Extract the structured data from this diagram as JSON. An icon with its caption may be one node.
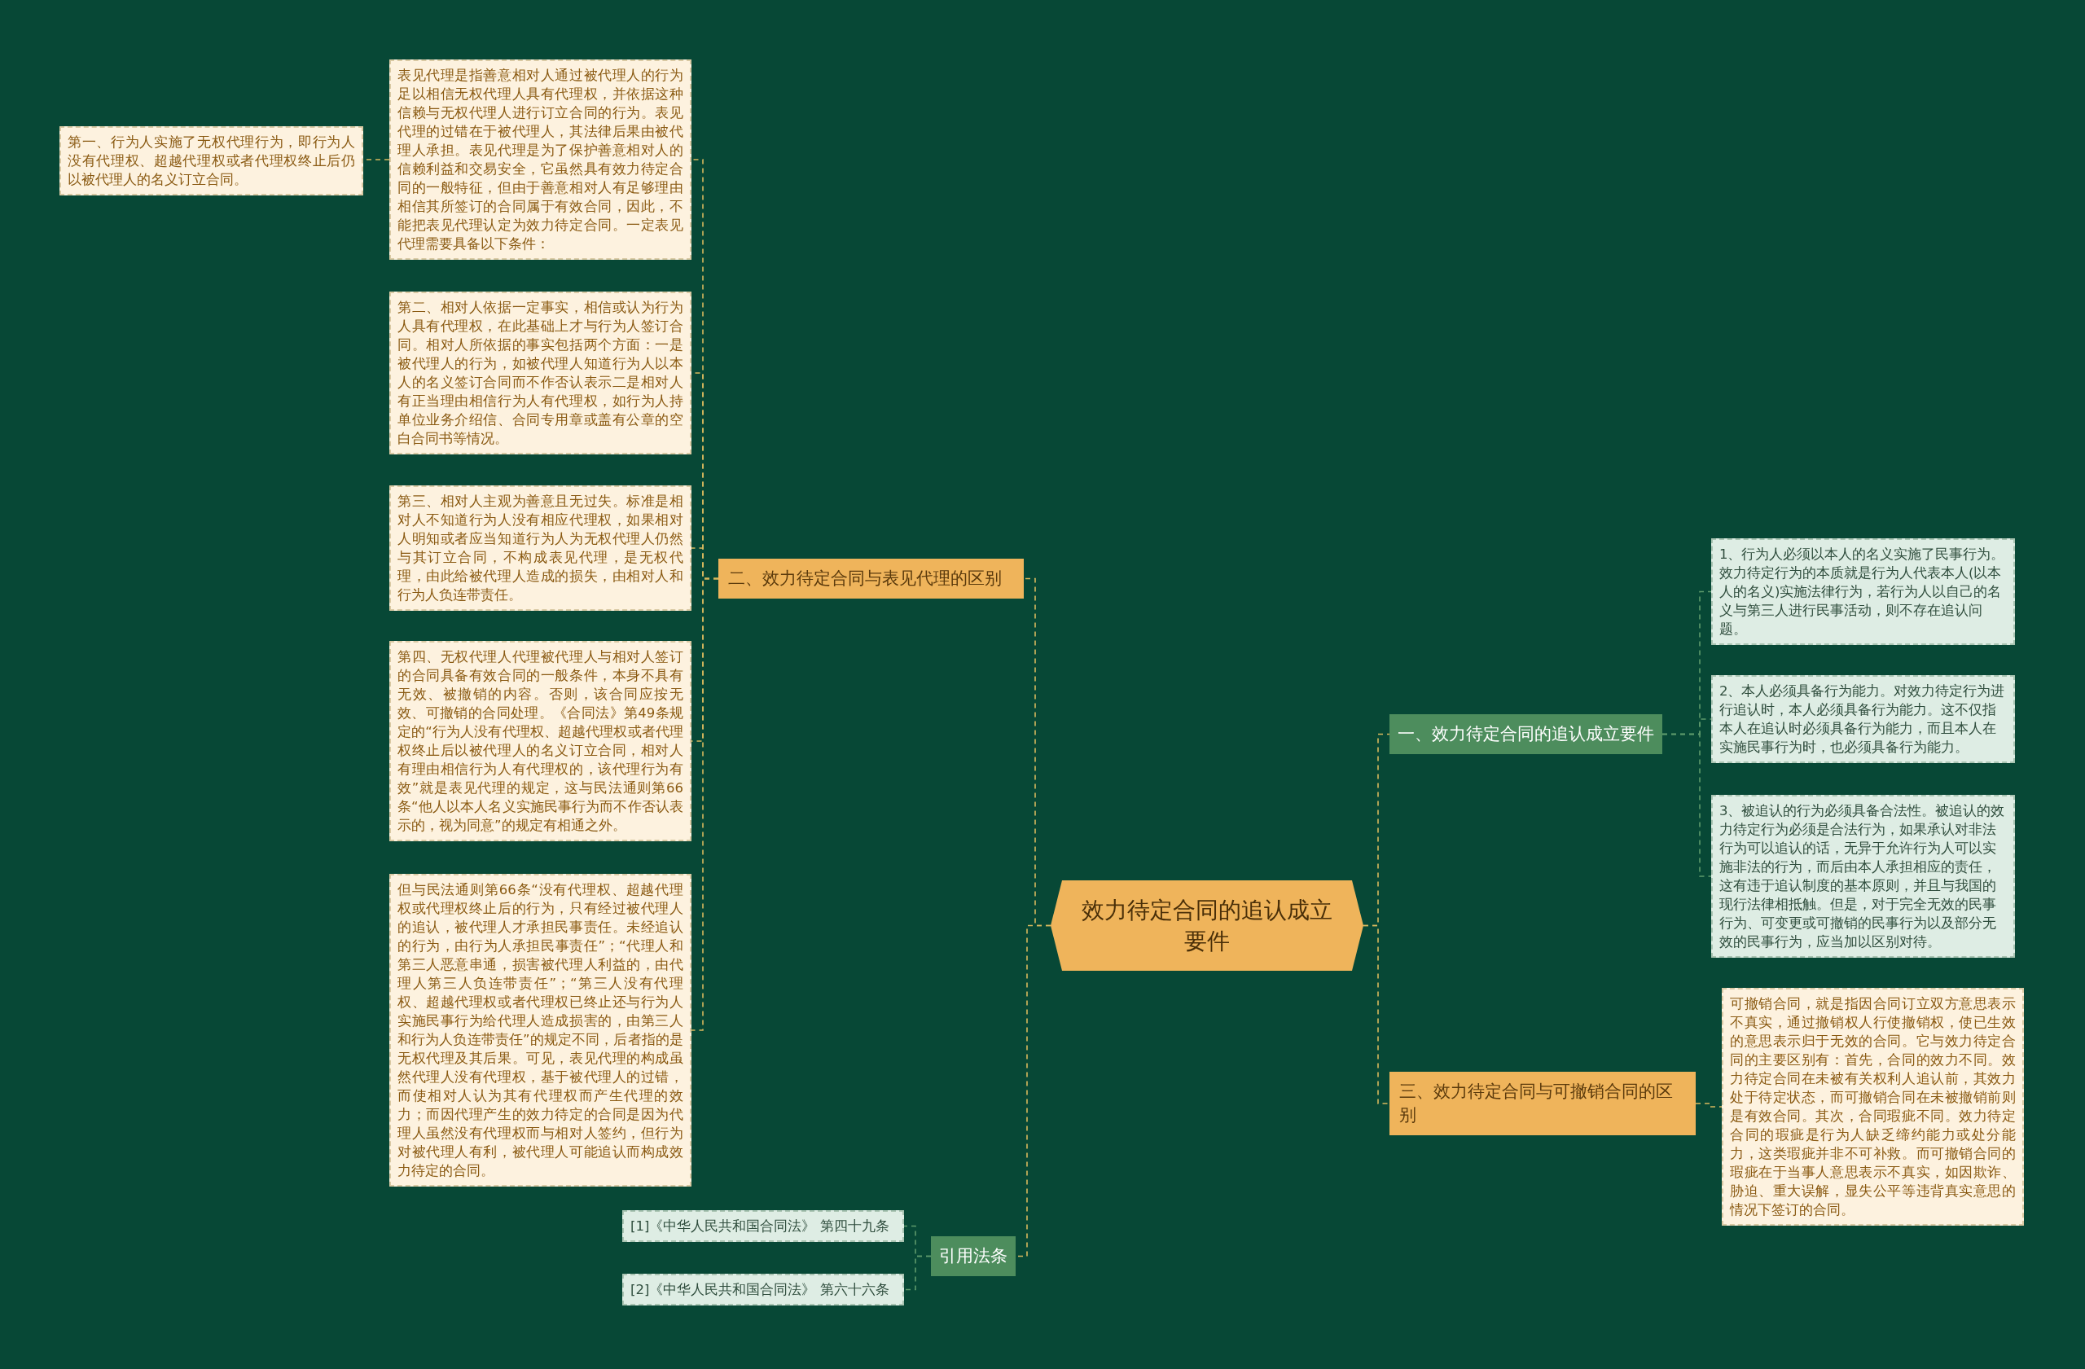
{
  "diagram": {
    "nodes": [
      {
        "text": [
          "效力待定合同的追认成立要件"
        ]
      },
      {
        "text": [
          "一、效力待定合同的追认成立要件"
        ]
      },
      {
        "text": [
          "1、行为人必须以本人的名义实施了民事行为。效力待定行为的本质就是行为人代表本人(以本人的名义)实施法律行为，若行为人以自己的名义与第三人进行民事活动，则不存在追认问题。"
        ]
      },
      {
        "text": [
          "2、本人必须具备行为能力。对效力待定行为进行追认时，本人必须具备行为能力。这不仅指本人在追认时必须具备行为能力，而且本人在实施民事行为时，也必须具备行为能力。"
        ]
      },
      {
        "text": [
          "3、被追认的行为必须具备合法性。被追认的效力待定行为必须是合法行为，如果承认对非法行为可以追认的话，无异于允许行为人可以实施非法的行为，而后由本人承担相应的责任，这有违于追认制度的基本原则，并且与我国的现行法律相抵触。但是，对于完全无效的民事行为、可变更或可撤销的民事行为以及部分无效的民事行为，应当加以区别对待。"
        ]
      },
      {
        "text": [
          "三、效力待定合同与可撤销合同的区别"
        ]
      },
      {
        "text": [
          "可撤销合同，就是指因合同订立双方意思表示不真实，通过撤销权人行使撤销权，使已生效的意思表示归于无效的合同。它与效力待定合同的主要区别有：首先，合同的效力不同。效力待定合同在未被有关权利人追认前，其效力处于待定状态，而可撤销合同在未被撤销前则是有效合同。其次，合同瑕疵不同。效力待定合同的瑕疵是行为人缺乏缔约能力或处分能力，这类瑕疵并非不可补救。而可撤销合同的瑕疵在于当事人意思表示不真实，如因欺诈、胁迫、重大误解，显失公平等违背真实意思的情况下签订的合同。"
        ]
      },
      {
        "text": [
          "二、效力待定合同与表见代理的区别"
        ]
      },
      {
        "text": [
          "表见代理是指善意相对人通过被代理人的行为足以相信无权代理人具有代理权，并依据这种信赖与无权代理人进行订立合同的行为。表见代理的过错在于被代理人，其法律后果由被代理人承担。表见代理是为了保护善意相对人的信赖利益和交易安全，它虽然具有效力待定合同的一般特征，但由于善意相对人有足够理由相信其所签订的合同属于有效合同，因此，不能把表见代理认定为效力待定合同。一定表见代理需要具备以下条件："
        ]
      },
      {
        "text": [
          "第一、行为人实施了无权代理行为，即行为人没有代理权、超越代理权或者代理权终止后仍以被代理人的名义订立合同。"
        ]
      },
      {
        "text": [
          "第二、相对人依据一定事实，相信或认为行为人具有代理权，在此基础上才与行为人签订合同。相对人所依据的事实包括两个方面：一是被代理人的行为，如被代理人知道行为人以本人的名义签订合同而不作否认表示二是相对人有正当理由相信行为人有代理权，如行为人持单位业务介绍信、合同专用章或盖有公章的空白合同书等情况。"
        ]
      },
      {
        "text": [
          "第三、相对人主观为善意且无过失。标准是相对人不知道行为人没有相应代理权，如果相对人明知或者应当知道行为人为无权代理人仍然与其订立合同，不构成表见代理，是无权代理，由此给被代理人造成的损失，由相对人和行为人负连带责任。"
        ]
      },
      {
        "text": [
          "第四、无权代理人代理被代理人与相对人签订的合同具备有效合同的一般条件，本身不具有无效、被撤销的内容。否则，该合同应按无效、可撤销的合同处理。《合同法》第49条规定的“行为人没有代理权、超越代理权或者代理权终止后以被代理人的名义订立合同，相对人有理由相信行为人有代理权的，该代理行为有效”就是表见代理的规定，这与民法通则第66条“他人以本人名义实施民事行为而不作否认表示的，视为同意”的规定有相通之外。"
        ]
      },
      {
        "text": [
          "但与民法通则第66条“没有代理权、超越代理权或代理权终止后的行为，只有经过被代理人的追认，被代理人才承担民事责任。未经追认的行为，由行为人承担民事责任”；“代理人和第三人恶意串通，损害被代理人利益的，由代理人第三人负连带责任”；“第三人没有代理权、超越代理权或者代理权已终止还与行为人实施民事行为给代理人造成损害的，由第三人和行为人负连带责任”的规定不同，后者指的是无权代理及其后果。可见，表见代理的构成虽然代理人没有代理权，基于被代理人的过错，而使相对人认为其有代理权而产生代理的效力；而因代理产生的效力待定的合同是因为代理人虽然没有代理权而与相对人签约，但行为对被代理人有利，被代理人可能追认而构成效力待定的合同。"
        ]
      },
      {
        "text": [
          "引用法条"
        ]
      },
      {
        "text": [
          "[1]《中华人民共和国合同法》 第四十九条"
        ]
      },
      {
        "text": [
          "[2]《中华人民共和国合同法》 第六十六条"
        ]
      }
    ],
    "edges": [
      {
        "from": 0,
        "to": 1,
        "arrow": "none"
      },
      {
        "from": 1,
        "to": 2,
        "arrow": "none",
        "color": "#5e9a6c"
      },
      {
        "from": 1,
        "to": 3,
        "arrow": "none",
        "color": "#5e9a6c"
      },
      {
        "from": 1,
        "to": 4,
        "arrow": "none",
        "color": "#5e9a6c"
      },
      {
        "from": 0,
        "to": 5,
        "arrow": "none"
      },
      {
        "from": 5,
        "to": 6,
        "arrow": "none"
      },
      {
        "from": 0,
        "to": 7,
        "arrow": "none"
      },
      {
        "from": 7,
        "to": 8,
        "arrow": "none"
      },
      {
        "from": 8,
        "to": 9,
        "arrow": "none"
      },
      {
        "from": 7,
        "to": 10,
        "arrow": "none"
      },
      {
        "from": 7,
        "to": 11,
        "arrow": "none"
      },
      {
        "from": 7,
        "to": 12,
        "arrow": "none"
      },
      {
        "from": 7,
        "to": 13,
        "arrow": "none"
      },
      {
        "from": 0,
        "to": 14,
        "arrow": "none"
      },
      {
        "from": 14,
        "to": 15,
        "arrow": "none",
        "color": "#5e9a6c"
      },
      {
        "from": 14,
        "to": 16,
        "arrow": "none",
        "color": "#5e9a6c"
      }
    ]
  }
}
